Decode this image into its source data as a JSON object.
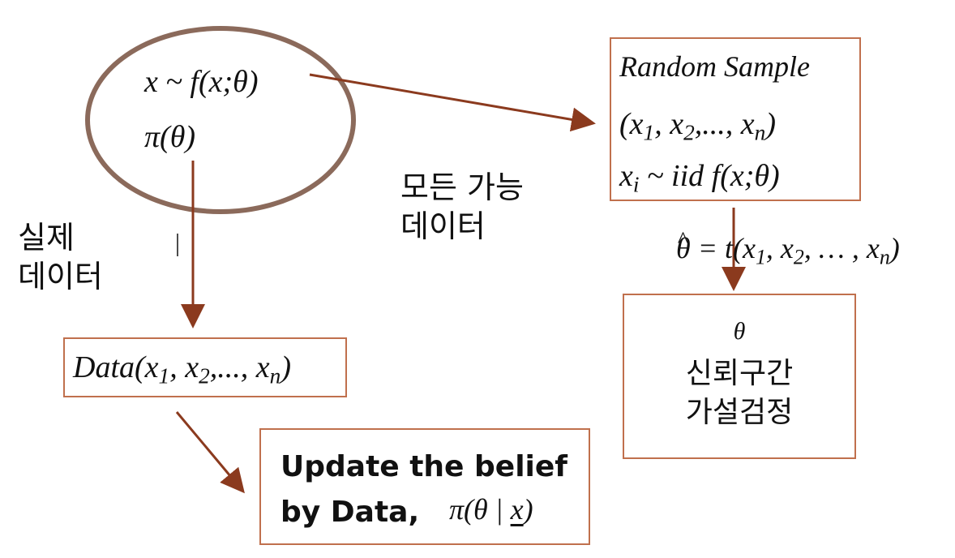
{
  "prior_ellipse": {
    "model": "x ~ f(x;θ)",
    "prior": "π(θ)"
  },
  "random_sample_box": {
    "title": "Random Sample",
    "tuple": [
      "(x",
      "1",
      ", x",
      "2",
      ",..., x",
      "n",
      ")"
    ],
    "iid": [
      "x",
      "i",
      " ~ iid  f(x;θ)"
    ]
  },
  "edge_labels": {
    "all_possible_data": [
      "모든 가능",
      "데이터"
    ],
    "actual_data": [
      "실제",
      "데이터"
    ],
    "estimator": [
      "θ",
      " = t(x",
      "1",
      ", x",
      "2",
      ", … , x",
      "n",
      ")"
    ]
  },
  "data_box": {
    "label": [
      "Data(x",
      "1",
      ", x",
      "2",
      ",..., x",
      "n",
      ")"
    ]
  },
  "inference_box": {
    "symbol": "θ",
    "lines": [
      "신뢰구간",
      "가설검정"
    ]
  },
  "update_box": {
    "line1": "Update the belief",
    "line2": "by Data,",
    "posterior_pre": "π(θ | ",
    "posterior_x": "x",
    "posterior_post": ")"
  },
  "colors": {
    "ellipse_stroke": "#8b6a5b",
    "box_border": "#c0704d",
    "arrow": "#8b3a1e"
  }
}
